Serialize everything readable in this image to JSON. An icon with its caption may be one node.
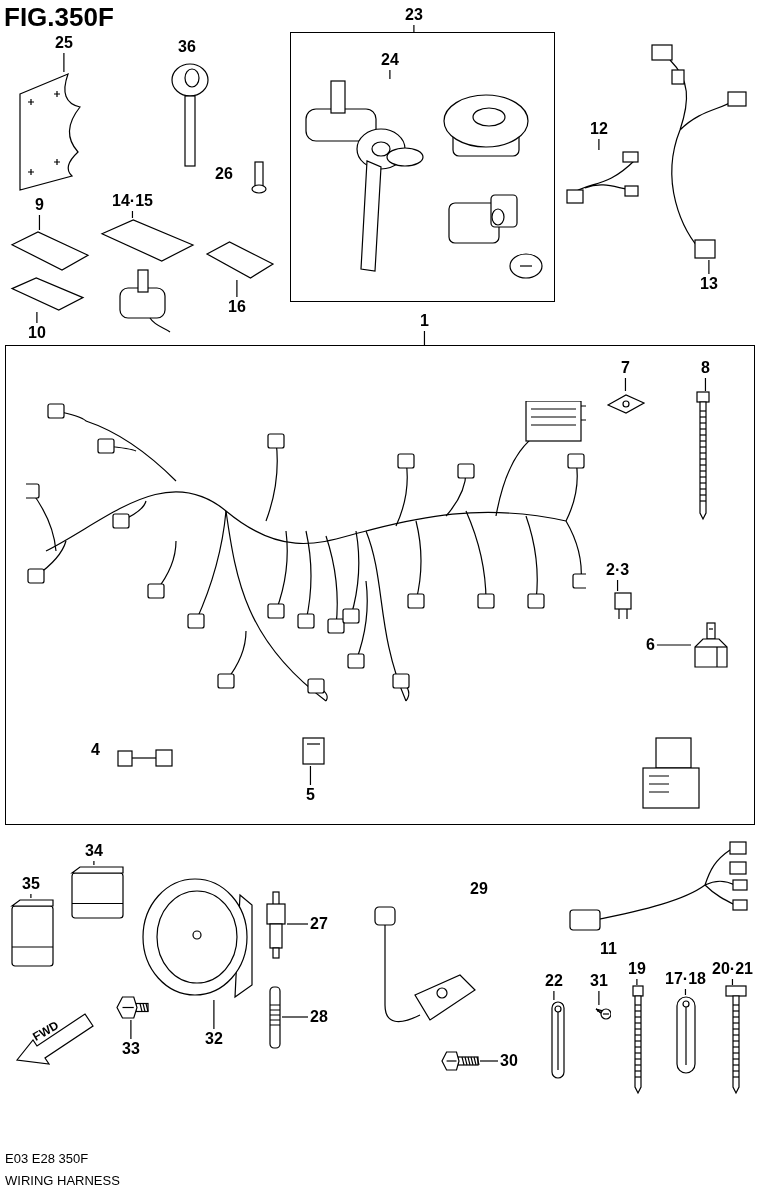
{
  "diagram": {
    "title": "FIG.350F",
    "caption": "WIRING HARNESS",
    "nodes": [
      {
        "text": [
          "25"
        ]
      },
      {
        "text": [],
        "shape": "picture"
      },
      {
        "text": [],
        "shape": "box"
      },
      {
        "text": [
          "23"
        ]
      },
      {
        "text": [
          "24"
        ],
        "in": 2
      },
      {
        "text": [],
        "shape": "picture",
        "in": 2
      },
      {
        "text": [
          "9"
        ]
      },
      {
        "text": [],
        "shape": "picture"
      },
      {
        "text": [
          "14·15"
        ]
      },
      {
        "text": [],
        "shape": "picture"
      },
      {
        "text": [
          "10"
        ]
      },
      {
        "text": [],
        "shape": "picture"
      },
      {
        "text": [
          "16"
        ]
      },
      {
        "text": [],
        "shape": "picture"
      },
      {
        "text": [
          "1"
        ]
      },
      {
        "text": [],
        "shape": "box"
      },
      {
        "text": [
          "7"
        ],
        "in": 15
      },
      {
        "text": [],
        "shape": "picture",
        "in": 15
      },
      {
        "text": [
          "8"
        ],
        "in": 15
      },
      {
        "text": [],
        "shape": "picture",
        "in": 15
      },
      {
        "text": [
          "2·3"
        ],
        "in": 15
      },
      {
        "text": [],
        "shape": "picture",
        "in": 15
      },
      {
        "text": [
          "6"
        ],
        "in": 15
      },
      {
        "text": [],
        "shape": "picture",
        "in": 15
      },
      {
        "text": [
          "5"
        ],
        "in": 15
      },
      {
        "text": [],
        "shape": "picture",
        "in": 15
      },
      {
        "text": [
          "12"
        ]
      },
      {
        "text": [],
        "shape": "picture"
      },
      {
        "text": [
          "13"
        ]
      },
      {
        "text": [],
        "shape": "picture"
      },
      {
        "text": [
          "34"
        ]
      },
      {
        "text": [],
        "shape": "picture"
      },
      {
        "text": [
          "35"
        ]
      },
      {
        "text": [],
        "shape": "picture"
      },
      {
        "text": [
          "32"
        ]
      },
      {
        "text": [],
        "shape": "picture"
      },
      {
        "text": [
          "33"
        ]
      },
      {
        "text": [],
        "shape": "picture"
      },
      {
        "text": [
          "27"
        ]
      },
      {
        "text": [],
        "shape": "picture"
      },
      {
        "text": [
          "28"
        ]
      },
      {
        "text": [],
        "shape": "picture"
      },
      {
        "text": [
          "30"
        ]
      },
      {
        "text": [],
        "shape": "picture"
      },
      {
        "text": [
          "22"
        ]
      },
      {
        "text": [],
        "shape": "picture"
      },
      {
        "text": [
          "31"
        ]
      },
      {
        "text": [],
        "shape": "picture"
      },
      {
        "text": [
          "19"
        ]
      },
      {
        "text": [],
        "shape": "picture"
      },
      {
        "text": [
          "17·18"
        ]
      },
      {
        "text": [],
        "shape": "picture"
      },
      {
        "text": [
          "20·21"
        ]
      },
      {
        "text": [],
        "shape": "picture"
      }
    ],
    "edges": [
      {
        "from": 0,
        "to": 1,
        "arrow": "none"
      },
      {
        "from": 3,
        "to": 2,
        "arrow": "none"
      },
      {
        "from": 4,
        "to": 5,
        "arrow": "none"
      },
      {
        "from": 6,
        "to": 7,
        "arrow": "none"
      },
      {
        "from": 8,
        "to": 9,
        "arrow": "none"
      },
      {
        "from": 10,
        "to": 11,
        "arrow": "none"
      },
      {
        "from": 12,
        "to": 13,
        "arrow": "none"
      },
      {
        "from": 14,
        "to": 15,
        "arrow": "none"
      },
      {
        "from": 16,
        "to": 17,
        "arrow": "none"
      },
      {
        "from": 18,
        "to": 19,
        "arrow": "none"
      },
      {
        "from": 20,
        "to": 21,
        "arrow": "none"
      },
      {
        "from": 22,
        "to": 23,
        "arrow": "none"
      },
      {
        "from": 24,
        "to": 25,
        "arrow": "none"
      },
      {
        "from": 26,
        "to": 27,
        "arrow": "none"
      },
      {
        "from": 28,
        "to": 29,
        "arrow": "none"
      },
      {
        "from": 30,
        "to": 31,
        "arrow": "none"
      },
      {
        "from": 32,
        "to": 33,
        "arrow": "none"
      },
      {
        "from": 34,
        "to": 35,
        "arrow": "none"
      },
      {
        "from": 36,
        "to": 37,
        "arrow": "none"
      },
      {
        "from": 38,
        "to": 39,
        "arrow": "none"
      },
      {
        "from": 40,
        "to": 41,
        "arrow": "none"
      },
      {
        "from": 42,
        "to": 43,
        "arrow": "none"
      },
      {
        "from": 44,
        "to": 45,
        "arrow": "none"
      },
      {
        "from": 46,
        "to": 47,
        "arrow": "none"
      },
      {
        "from": 48,
        "to": 49,
        "arrow": "none"
      },
      {
        "from": 50,
        "to": 51,
        "arrow": "none"
      },
      {
        "from": 52,
        "to": 53,
        "arrow": "none"
      }
    ],
    "labels": [
      "36",
      "26",
      "4",
      "11",
      "29",
      "FWD",
      "E03 E28 350F"
    ]
  }
}
